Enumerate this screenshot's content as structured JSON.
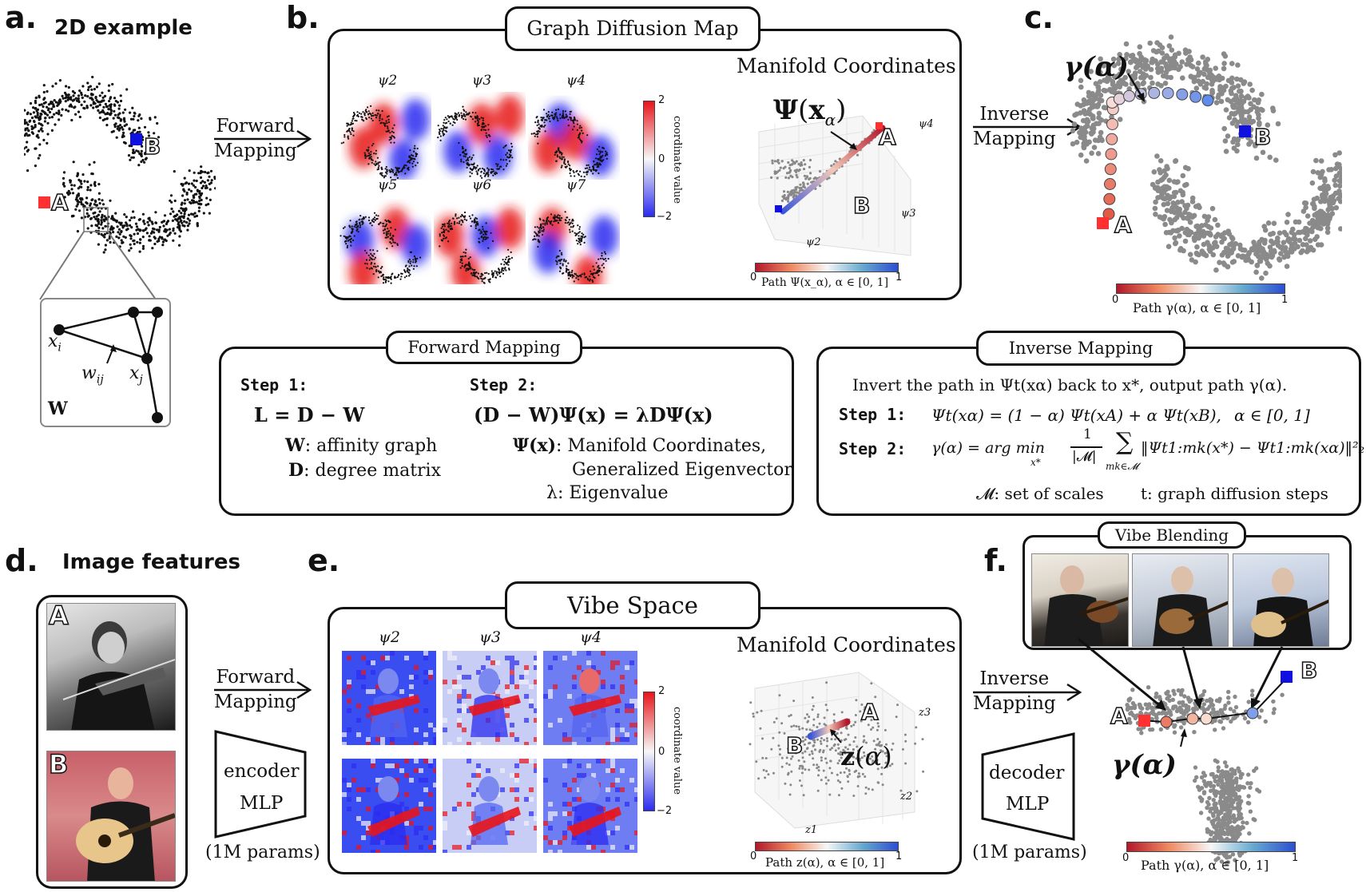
{
  "panels": {
    "a": {
      "letter": "a.",
      "title": "2D example",
      "point_a": "A",
      "point_b": "B",
      "graph_xi": "x_i",
      "graph_xj": "x_j",
      "graph_wij": "w_ij",
      "graph_W": "W"
    },
    "b": {
      "letter": "b.",
      "title": "Graph Diffusion Map",
      "manifold_title": "Manifold Coordinates",
      "psi_labels": [
        "ψ2",
        "ψ3",
        "ψ4",
        "ψ5",
        "ψ6",
        "ψ7"
      ],
      "colorbar_label": "coordinate value",
      "colorbar_ticks": [
        "2",
        "0",
        "−2"
      ],
      "psi_x_alpha": "Ψ(x_α)",
      "point_a": "A",
      "point_b": "B",
      "path_bar_label": "Path Ψ(x_α), α ∈ [0, 1]",
      "path_bar_ticks": [
        "0",
        "1"
      ],
      "axis_labels": [
        "ψ2",
        "ψ3",
        "ψ4"
      ]
    },
    "c": {
      "letter": "c.",
      "gamma_label": "γ(α)",
      "point_a": "A",
      "point_b": "B",
      "path_bar_label": "Path γ(α), α ∈ [0, 1]",
      "path_bar_ticks": [
        "0",
        "1"
      ]
    },
    "d": {
      "letter": "d.",
      "title": "Image features",
      "image_a": "A",
      "image_b": "B",
      "encoder_line1": "encoder",
      "encoder_line2": "MLP",
      "params": "(1M params)"
    },
    "e": {
      "letter": "e.",
      "title": "Vibe Space",
      "manifold_title": "Manifold Coordinates",
      "psi_labels": [
        "ψ2",
        "ψ3",
        "ψ4"
      ],
      "colorbar_label": "coordinate value",
      "colorbar_ticks": [
        "2",
        "0",
        "−2"
      ],
      "point_a": "A",
      "point_b": "B",
      "z_alpha": "z(α)",
      "path_bar_label": "Path z(α), α ∈ [0, 1]",
      "path_bar_ticks": [
        "0",
        "1"
      ],
      "axis_labels": [
        "z1",
        "z2",
        "z3"
      ]
    },
    "f": {
      "letter": "f.",
      "title": "Vibe Blending",
      "point_a": "A",
      "point_b": "B",
      "gamma_label": "γ(α)",
      "decoder_line1": "decoder",
      "decoder_line2": "MLP",
      "params": "(1M params)",
      "path_bar_label": "Path γ(α), α ∈ [0, 1]",
      "path_bar_ticks": [
        "0",
        "1"
      ]
    }
  },
  "arrows": {
    "forward_1": [
      "Forward",
      "Mapping"
    ],
    "inverse_1": [
      "Inverse",
      "Mapping"
    ],
    "forward_2": [
      "Forward",
      "Mapping"
    ],
    "inverse_2": [
      "Inverse",
      "Mapping"
    ]
  },
  "forward_box": {
    "title": "Forward Mapping",
    "step1": "Step 1:",
    "step2": "Step 2:",
    "eq1": "L = D − W",
    "eq2": "(D − W)Ψ(x) = λDΨ(x)",
    "w_def_sym": "W",
    "w_def": ": affinity graph",
    "d_def_sym": "D",
    "d_def": ": degree matrix",
    "psi_def_sym": "Ψ(x)",
    "psi_def_1": ": Manifold Coordinates,",
    "psi_def_2": "Generalized Eigenvector",
    "lambda_def_sym": "λ",
    "lambda_def": ": Eigenvalue"
  },
  "inverse_box": {
    "title": "Inverse Mapping",
    "intro": "Invert the path in Ψt(xα) back to x*, output path γ(α).",
    "step1": "Step 1:",
    "step2": "Step 2:",
    "eq1": "Ψt(xα) = (1 − α) Ψt(xA) + α Ψt(xB),",
    "eq1_range": "α ∈ [0, 1]",
    "eq2_lhs": "γ(α) = arg min",
    "eq2_sub": "x*",
    "eq2_frac_num": "1",
    "eq2_frac_den": "|𝓜|",
    "eq2_sum_sub": "mk∈𝓜",
    "eq2_norm": "‖Ψt1:mk(x*) − Ψt1:mk(xα)‖²₂",
    "m_def": "𝓜: set of scales",
    "t_def": "t: graph diffusion steps"
  },
  "colors": {
    "red_marker": "#ff3030",
    "blue_marker": "#1010e0",
    "scatter_black": "#111111",
    "scatter_gray": "#8a8a8a",
    "heat_red": "#e8151b",
    "heat_blue": "#2b2bf0"
  }
}
